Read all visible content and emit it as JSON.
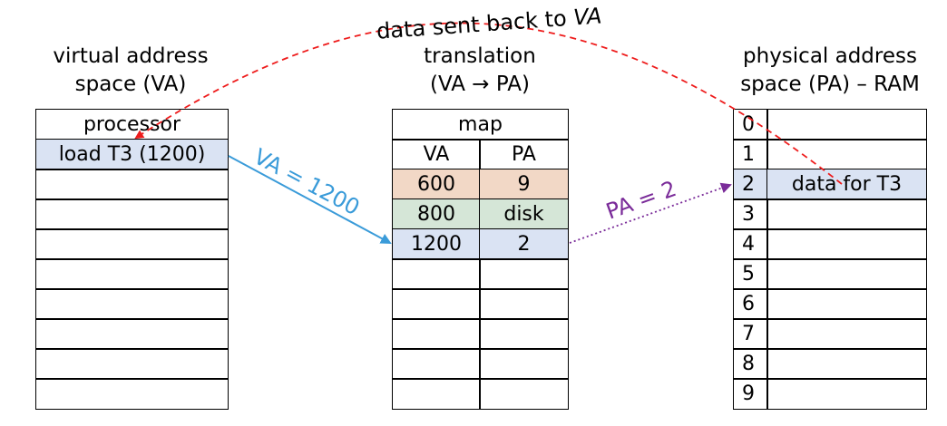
{
  "colors": {
    "highlight_blue": "#dae3f3",
    "highlight_orange": "#f2d8c6",
    "highlight_green": "#d5e6d7",
    "arrow_red": "#ee1c1c",
    "arrow_blue": "#3a9bd9",
    "arrow_purple": "#7a2b99"
  },
  "virtual": {
    "caption_line1": "virtual address",
    "caption_line2": "space (VA)",
    "header": "processor",
    "instruction": "load T3 (1200)",
    "empty_rows": 8
  },
  "translation": {
    "caption_line1": "translation",
    "caption_line2": "(VA → PA)",
    "header": "map",
    "col_va": "VA",
    "col_pa": "PA",
    "rows": [
      {
        "va": "600",
        "pa": "9",
        "color": "#f2d8c6"
      },
      {
        "va": "800",
        "pa": "disk",
        "color": "#d5e6d7"
      },
      {
        "va": "1200",
        "pa": "2",
        "color": "#dae3f3"
      },
      {
        "va": "",
        "pa": "",
        "color": ""
      },
      {
        "va": "",
        "pa": "",
        "color": ""
      },
      {
        "va": "",
        "pa": "",
        "color": ""
      },
      {
        "va": "",
        "pa": "",
        "color": ""
      },
      {
        "va": "",
        "pa": "",
        "color": ""
      }
    ]
  },
  "physical": {
    "caption_line1": "physical address",
    "caption_line2": "space (PA) – RAM",
    "rows": [
      {
        "addr": "0",
        "content": "",
        "color": ""
      },
      {
        "addr": "1",
        "content": "",
        "color": ""
      },
      {
        "addr": "2",
        "content": "data for T3",
        "color": "#dae3f3"
      },
      {
        "addr": "3",
        "content": "",
        "color": ""
      },
      {
        "addr": "4",
        "content": "",
        "color": ""
      },
      {
        "addr": "5",
        "content": "",
        "color": ""
      },
      {
        "addr": "6",
        "content": "",
        "color": ""
      },
      {
        "addr": "7",
        "content": "",
        "color": ""
      },
      {
        "addr": "8",
        "content": "",
        "color": ""
      },
      {
        "addr": "9",
        "content": "",
        "color": ""
      }
    ]
  },
  "arrows": {
    "va_label": "VA = 1200",
    "pa_label": "PA = 2",
    "return_label_prefix": "data sent back to ",
    "return_label_emph": "VA"
  }
}
